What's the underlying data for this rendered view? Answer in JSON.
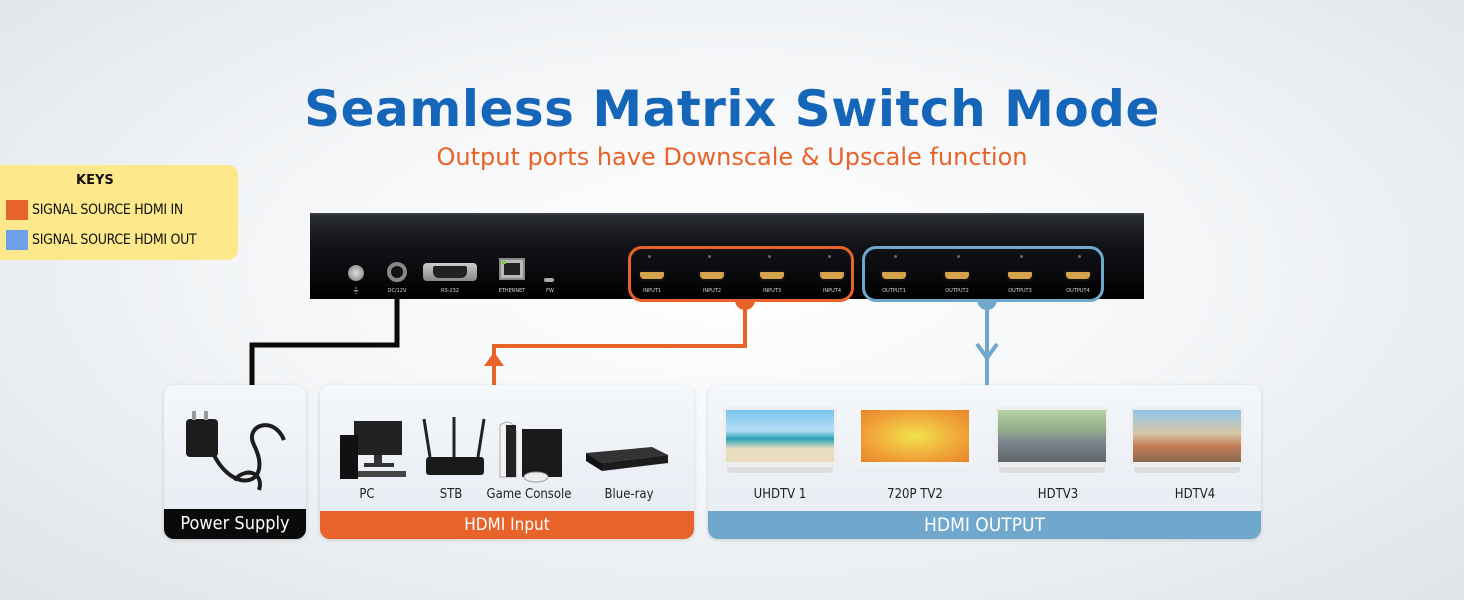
{
  "title": "Seamless Matrix Switch Mode",
  "subtitle": "Output ports have Downscale & Upscale function",
  "keys": {
    "heading": "KEYS",
    "items": [
      {
        "label": "SIGNAL SOURCE HDMI IN",
        "color": "#e8632a"
      },
      {
        "label": "SIGNAL SOURCE HDMI OUT",
        "color": "#6fa1ea"
      }
    ]
  },
  "device": {
    "ports": [
      "DC/12V",
      "RS-232",
      "ETHERNET",
      "FW"
    ],
    "inputs": [
      "INPUT1",
      "INPUT2",
      "INPUT3",
      "INPUT4"
    ],
    "outputs": [
      "OUTPUT1",
      "OUTPUT2",
      "OUTPUT3",
      "OUTPUT4"
    ]
  },
  "power": {
    "label": "Power Supply"
  },
  "input_group": {
    "label": "HDMI Input",
    "devices": [
      "PC",
      "STB",
      "Game Console",
      "Blue-ray"
    ]
  },
  "output_group": {
    "label": "HDMI OUTPUT",
    "devices": [
      "UHDTV 1",
      "720P TV2",
      "HDTV3",
      "HDTV4"
    ]
  },
  "colors": {
    "title": "#1565b8",
    "input": "#e8632a",
    "output": "#6fa8cc",
    "power": "#0a0a0a"
  }
}
